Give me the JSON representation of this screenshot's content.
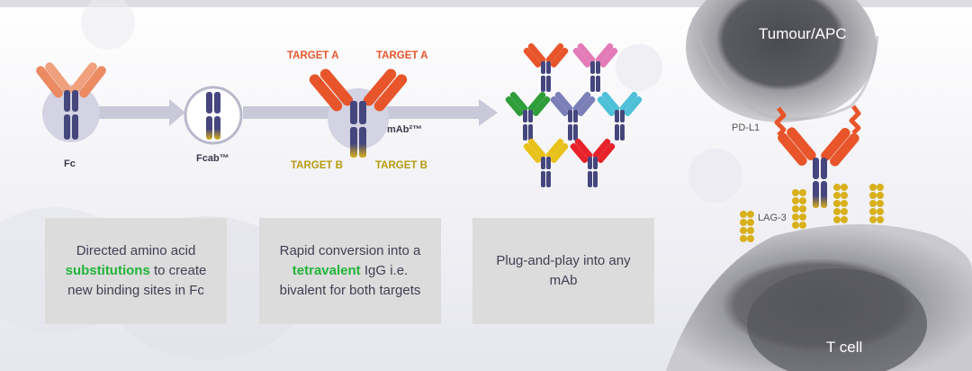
{
  "labels": {
    "fc": "Fc",
    "fcab": "Fcab™",
    "mab2": "mAb²™",
    "target_a": "TARGET A",
    "target_b": "TARGET B",
    "tumour": "Tumour/APC",
    "tcell": "T cell",
    "pdl1": "PD-L1",
    "lag3": "LAG-3"
  },
  "boxes": [
    {
      "before": "Directed amino acid",
      "highlight": "substitutions",
      "after": "to create new binding sites in Fc"
    },
    {
      "before": "Rapid conversion into a",
      "highlight": "tetravalent",
      "after": "IgG i.e. bivalent for both targets"
    },
    {
      "text": "Plug-and-play into any mAb"
    }
  ],
  "colors": {
    "heavy_chain": "#46467e",
    "orange_arm": "#e8552a",
    "yellow_tip": "#d9b01a",
    "highlight_green": "#22b53a",
    "box_bg": "#dcdcdc",
    "arrow": "#c9c9da"
  },
  "antibody_palette": [
    "#e8552a",
    "#e37bb8",
    "#2f9e3a",
    "#7a7fb8",
    "#4ec0d8",
    "#e8c21a",
    "#e8222a"
  ]
}
